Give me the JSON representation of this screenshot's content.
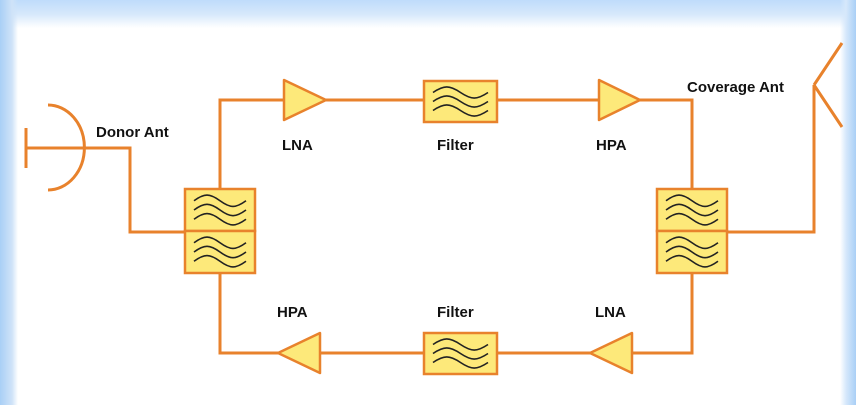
{
  "labels": {
    "donor_ant": "Donor Ant",
    "coverage_ant": "Coverage Ant",
    "lna_top": "LNA",
    "filter_top": "Filter",
    "hpa_top": "HPA",
    "hpa_bottom": "HPA",
    "filter_bottom": "Filter",
    "lna_bottom": "LNA"
  },
  "colors": {
    "wire": "#e8822c",
    "component_fill": "#fde97a",
    "waveform": "#222222",
    "background_top": "#bfdcfb"
  },
  "icons": [
    "dish-antenna-icon",
    "yagi-antenna-icon",
    "amplifier-icon",
    "bandpass-filter-icon",
    "duplexer-icon"
  ]
}
